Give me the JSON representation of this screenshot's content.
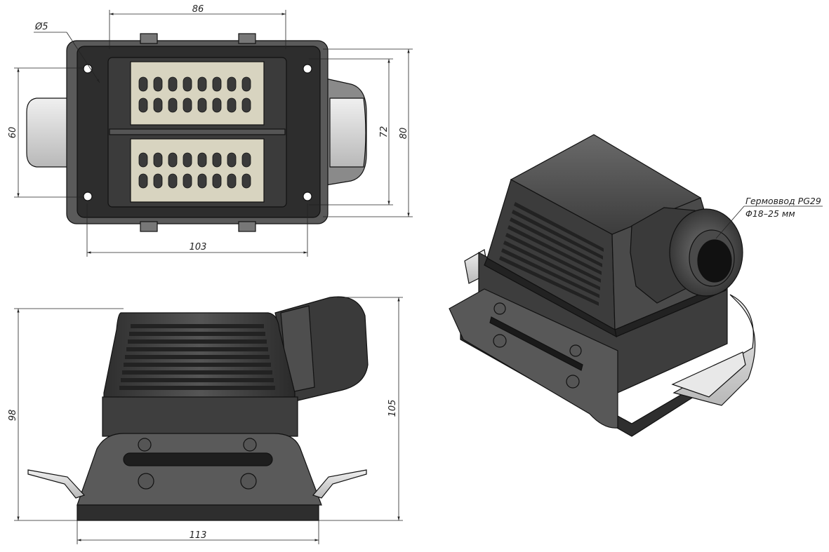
{
  "drawing": {
    "top_view": {
      "dim_width_inner": "86",
      "dim_hole": "Ø5",
      "dim_height_left": "60",
      "dim_height_inner": "72",
      "dim_height_outer": "80",
      "dim_width_holes": "103"
    },
    "side_view": {
      "dim_height_body": "98",
      "dim_height_total": "105",
      "dim_width_base": "113"
    },
    "iso_view": {
      "gland_label": "Гермоввод PG29",
      "gland_range": "Φ18–25 мм"
    },
    "colors": {
      "housing": "#4a4a4a",
      "housing_dark": "#2f2f2f",
      "insert": "#d8d4c0",
      "metal": "#dcdcdc"
    }
  }
}
